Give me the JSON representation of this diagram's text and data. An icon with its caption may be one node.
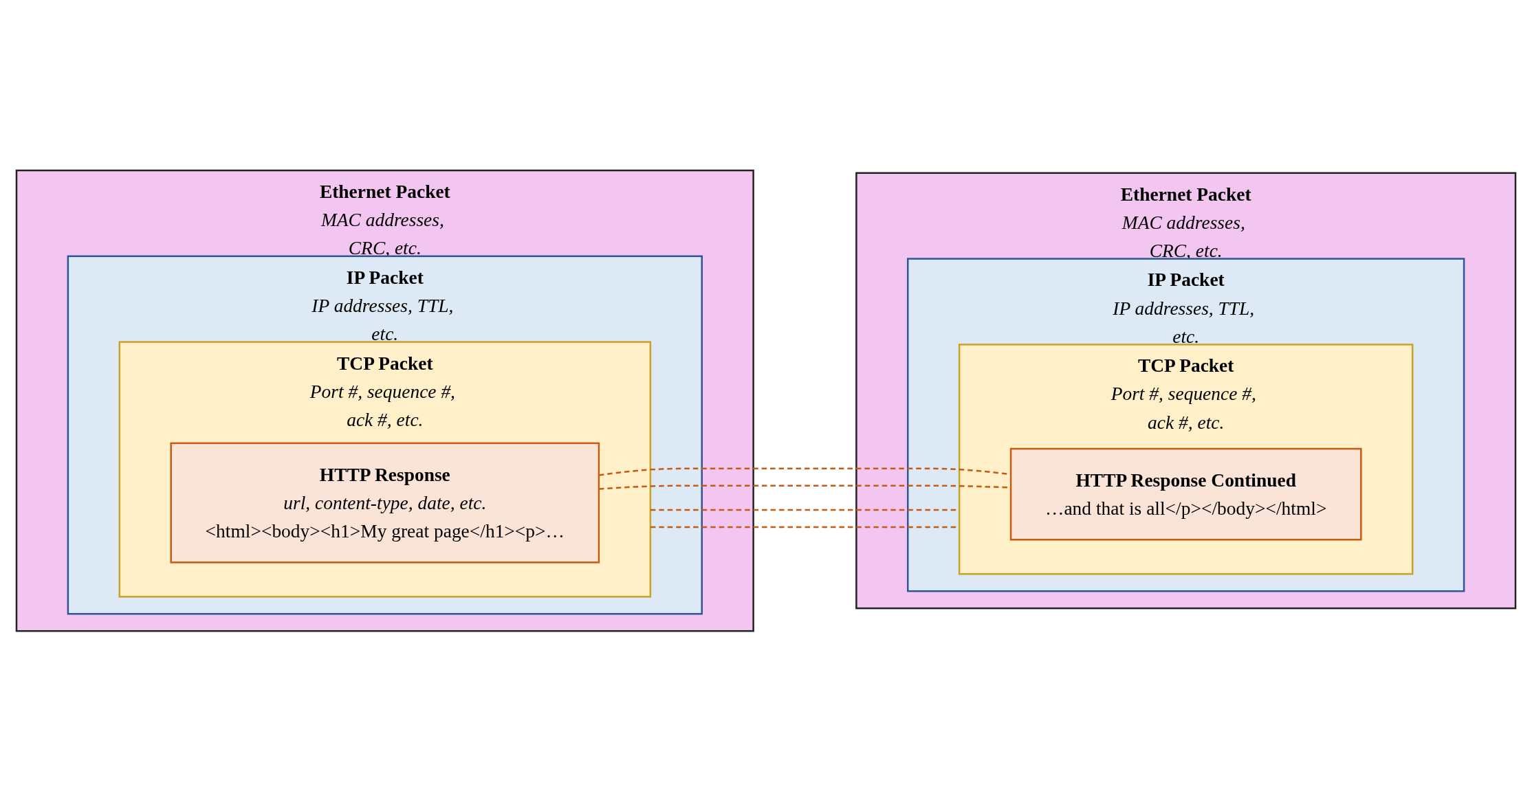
{
  "diagram": {
    "nodes": [
      {
        "text": [
          "Ethernet Packet",
          "MAC addresses, CRC, etc."
        ]
      },
      {
        "text": [
          "IP Packet",
          "IP addresses, TTL, etc."
        ],
        "in": 0
      },
      {
        "text": [
          "TCP Packet",
          "Port #, sequence #, ack #, etc."
        ],
        "in": 1
      },
      {
        "text": [
          "HTTP Response",
          "url, content-type, date, etc.",
          "<html><body><h1>My great page</h1><p>…"
        ],
        "in": 2
      },
      {
        "text": [
          "Ethernet Packet",
          "MAC addresses, CRC, etc."
        ]
      },
      {
        "text": [
          "IP Packet",
          "IP addresses, TTL, etc."
        ],
        "in": 4
      },
      {
        "text": [
          "TCP Packet",
          "Port #, sequence #, ack #, etc."
        ],
        "in": 5
      },
      {
        "text": [
          "HTTP Response Continued",
          "…and that is all</p></body></html>"
        ],
        "in": 6
      }
    ],
    "edges": [
      {
        "from": 2,
        "to": 6,
        "arrow": "none",
        "style": "dashed",
        "color": "#c55a11"
      },
      {
        "from": 3,
        "to": 7,
        "arrow": "none",
        "style": "dashed",
        "color": "#c55a11"
      },
      {
        "from": 3,
        "to": 7,
        "arrow": "none",
        "style": "dashed",
        "color": "#c55a11"
      },
      {
        "from": 2,
        "to": 6,
        "arrow": "none",
        "style": "dashed",
        "color": "#c55a11"
      }
    ]
  }
}
